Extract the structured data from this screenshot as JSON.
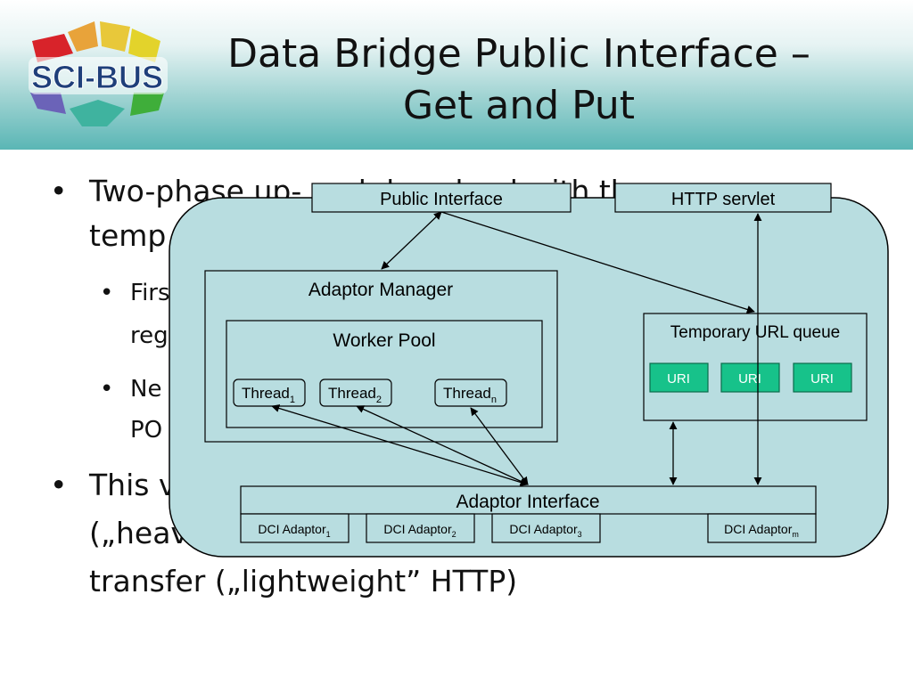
{
  "title": {
    "line1": "Data Bridge Public Interface –",
    "line2": "Get and Put"
  },
  "logo": {
    "text": "SCI-BUS"
  },
  "bullets": {
    "b1": "Two-phase up- and download with the",
    "b1_cont": "temp",
    "b2": "Firs",
    "b2_cont": "reg",
    "b3": "Ne",
    "b3_cont": "PO",
    "b4": "This v",
    "b4_cont": "(„heav",
    "b4_cont2": "transfer („lightweight” HTTP)"
  },
  "diagram": {
    "public_interface": "Public Interface",
    "http_servlet": "HTTP servlet",
    "adaptor_manager": "Adaptor Manager",
    "worker_pool": "Worker Pool",
    "thread_base": "Thread",
    "thread1_sub": "1",
    "thread2_sub": "2",
    "threadn_sub": "n",
    "temp_url_queue": "Temporary URL queue",
    "uri1": "URI",
    "uri2": "URI",
    "uri3": "URI",
    "adaptor_interface": "Adaptor Interface",
    "dci_base": "DCI Adaptor",
    "dci1_sub": "1",
    "dci2_sub": "2",
    "dci3_sub": "3",
    "dcim_sub": "m"
  }
}
